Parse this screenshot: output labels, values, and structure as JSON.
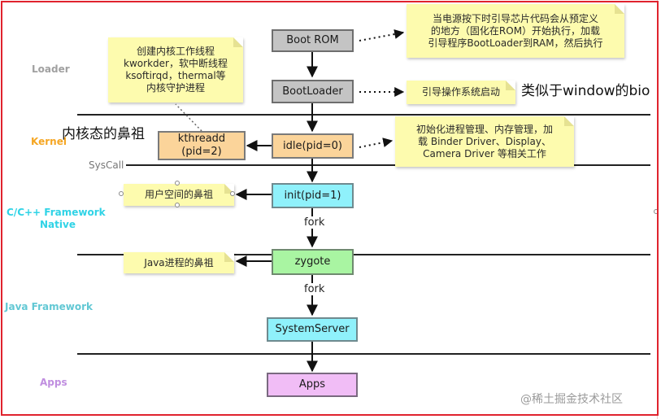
{
  "layers": {
    "loader": "Loader",
    "kernel": "Kernel",
    "syscall": "SysCall",
    "native_line1": "C/C++ Framework",
    "native_line2": "Native",
    "java_framework": "Java Framework",
    "apps": "Apps"
  },
  "nodes": {
    "boot_rom": "Boot ROM",
    "bootloader": "BootLoader",
    "idle": "idle(pid=0)",
    "kthreadd_line1": "kthreadd",
    "kthreadd_line2": "(pid=2)",
    "init": "init(pid=1)",
    "zygote": "zygote",
    "system_server": "SystemServer",
    "apps": "Apps"
  },
  "edge_labels": {
    "fork_1": "fork",
    "fork_2": "fork"
  },
  "notes": {
    "kernel_threads": [
      "创建内核工作线程",
      "kworkder，软中断线程",
      "ksoftirqd，thermal等",
      "内核守护进程"
    ],
    "boot_rom": [
      "当电源按下时引导芯片代码会从预定义",
      "的地方（固化在ROM）开始执行，加载",
      "引导程序BootLoader到RAM，然后执行"
    ],
    "bootloader": [
      "引导操作系统启动"
    ],
    "idle": [
      "初始化进程管理、内存管理，加",
      "载 Binder Driver、Display、",
      "Camera Driver 等相关工作"
    ],
    "init": [
      "用户空间的鼻祖"
    ],
    "zygote": [
      "Java进程的鼻祖"
    ]
  },
  "annotations": {
    "bios_hint": "类似于window的bio",
    "kernel_ancestor": "内核态的鼻祖"
  },
  "watermark": "@稀土掘金技术社区",
  "colors": {
    "frame": "#e0232e",
    "loader_label": "#a0a0a0",
    "kernel_label": "#f5a623",
    "syscall_label": "#777777",
    "native_label": "#2fd3e6",
    "java_label": "#62c8d4",
    "apps_label": "#c08ee0"
  }
}
